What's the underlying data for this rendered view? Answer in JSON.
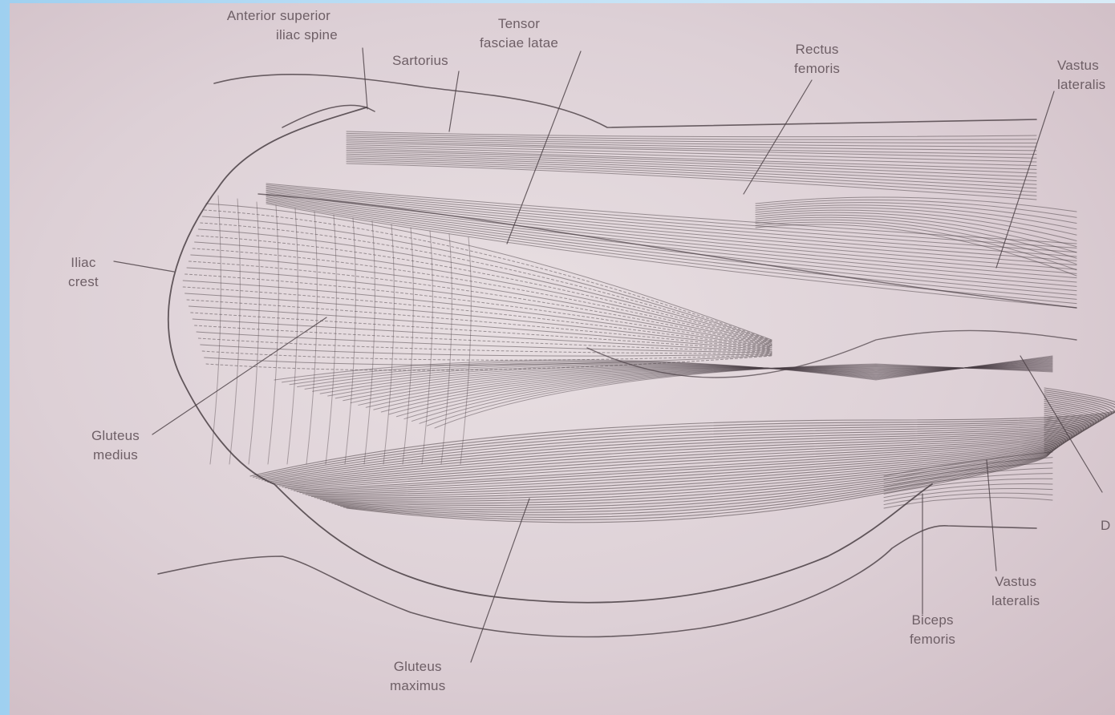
{
  "diagram": {
    "colors": {
      "background": "#8ec7ea",
      "paper": "#e3d8dc",
      "ink": "#4a3f44",
      "label_text": "#6e5f66"
    },
    "labels": {
      "asis": [
        "Anterior superior",
        "iliac spine"
      ],
      "tensor": [
        "Tensor",
        "fasciae latae"
      ],
      "sartorius": [
        "Sartorius"
      ],
      "rectus": [
        "Rectus",
        "femoris"
      ],
      "vastus_top": [
        "Vastus",
        "lateralis"
      ],
      "iliac": [
        "Iliac",
        "crest"
      ],
      "gmedius": [
        "Gluteus",
        "medius"
      ],
      "gmaximus": [
        "Gluteus",
        "maximus"
      ],
      "biceps": [
        "Biceps",
        "femoris"
      ],
      "vastus_bottom": [
        "Vastus",
        "lateralis"
      ],
      "edge_right": [
        "D"
      ]
    }
  }
}
